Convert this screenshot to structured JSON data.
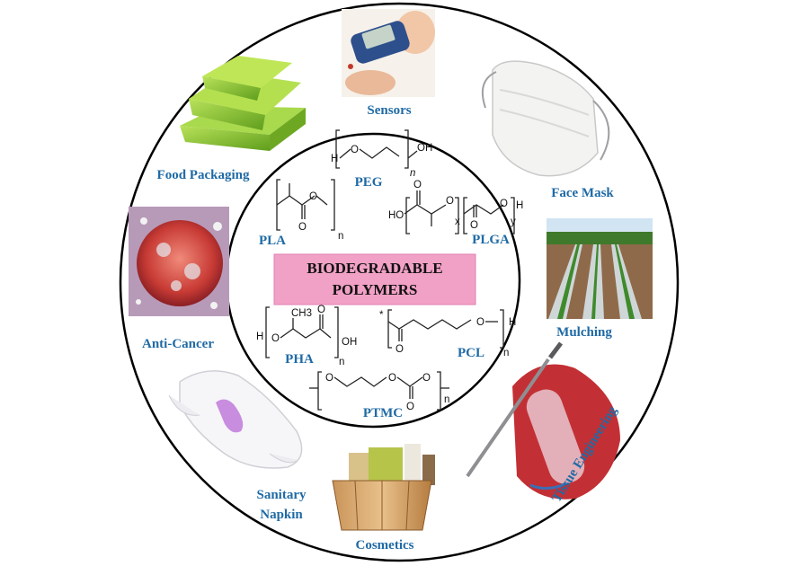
{
  "center": {
    "title_line1": "BIODEGRADABLE",
    "title_line2": "POLYMERS",
    "box_color": "#f2a1c6"
  },
  "polymers": {
    "peg": "PEG",
    "pla": "PLA",
    "plga": "PLGA",
    "pha": "PHA",
    "pcl": "PCL",
    "ptmc": "PTMC"
  },
  "chem_text": {
    "h": "H",
    "oh": "OH",
    "o": "O",
    "n": "n",
    "ho": "HO",
    "x": "x",
    "y": "y",
    "ch3": "CH3",
    "star": "*"
  },
  "applications": {
    "sensors": "Sensors",
    "face_mask": "Face Mask",
    "mulching": "Mulching",
    "tissue_engineering": "Tissue Engineering",
    "cosmetics": "Cosmetics",
    "sanitary_line1": "Sanitary",
    "sanitary_line2": "Napkin",
    "anti_cancer": "Anti-Cancer",
    "food_packaging": "Food Packaging"
  },
  "icons": {
    "sensors": "glucose-meter-icon",
    "face_mask": "face-mask-icon",
    "mulching": "mulched-field-icon",
    "tissue_engineering": "tissue-scaffold-icon",
    "cosmetics": "cosmetics-basket-icon",
    "sanitary": "sanitary-pad-icon",
    "anti_cancer": "cancer-cell-icon",
    "food_packaging": "food-container-icon"
  },
  "colors": {
    "label_blue": "#1f6aa5",
    "ring_stroke": "#000000"
  }
}
